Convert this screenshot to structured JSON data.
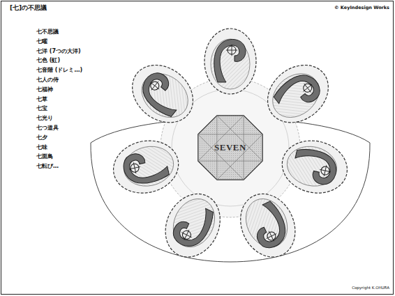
{
  "diagram": {
    "title": "[七]の不思議",
    "nodes": [
      {
        "text": [
          "SEVEN"
        ]
      }
    ],
    "labels": [
      "七不思議",
      "七曜",
      "七洋 (7つの大洋)",
      "七色 (虹)",
      "七音階 (ドレミ…)",
      "七人の侍",
      "七福神",
      "七草",
      "七宝",
      "七光り",
      "七つ道具",
      "七夕",
      "七味",
      "七面鳥",
      "七転び…",
      "© KeyIndesign Works",
      "Copyright K.OHURA"
    ]
  }
}
